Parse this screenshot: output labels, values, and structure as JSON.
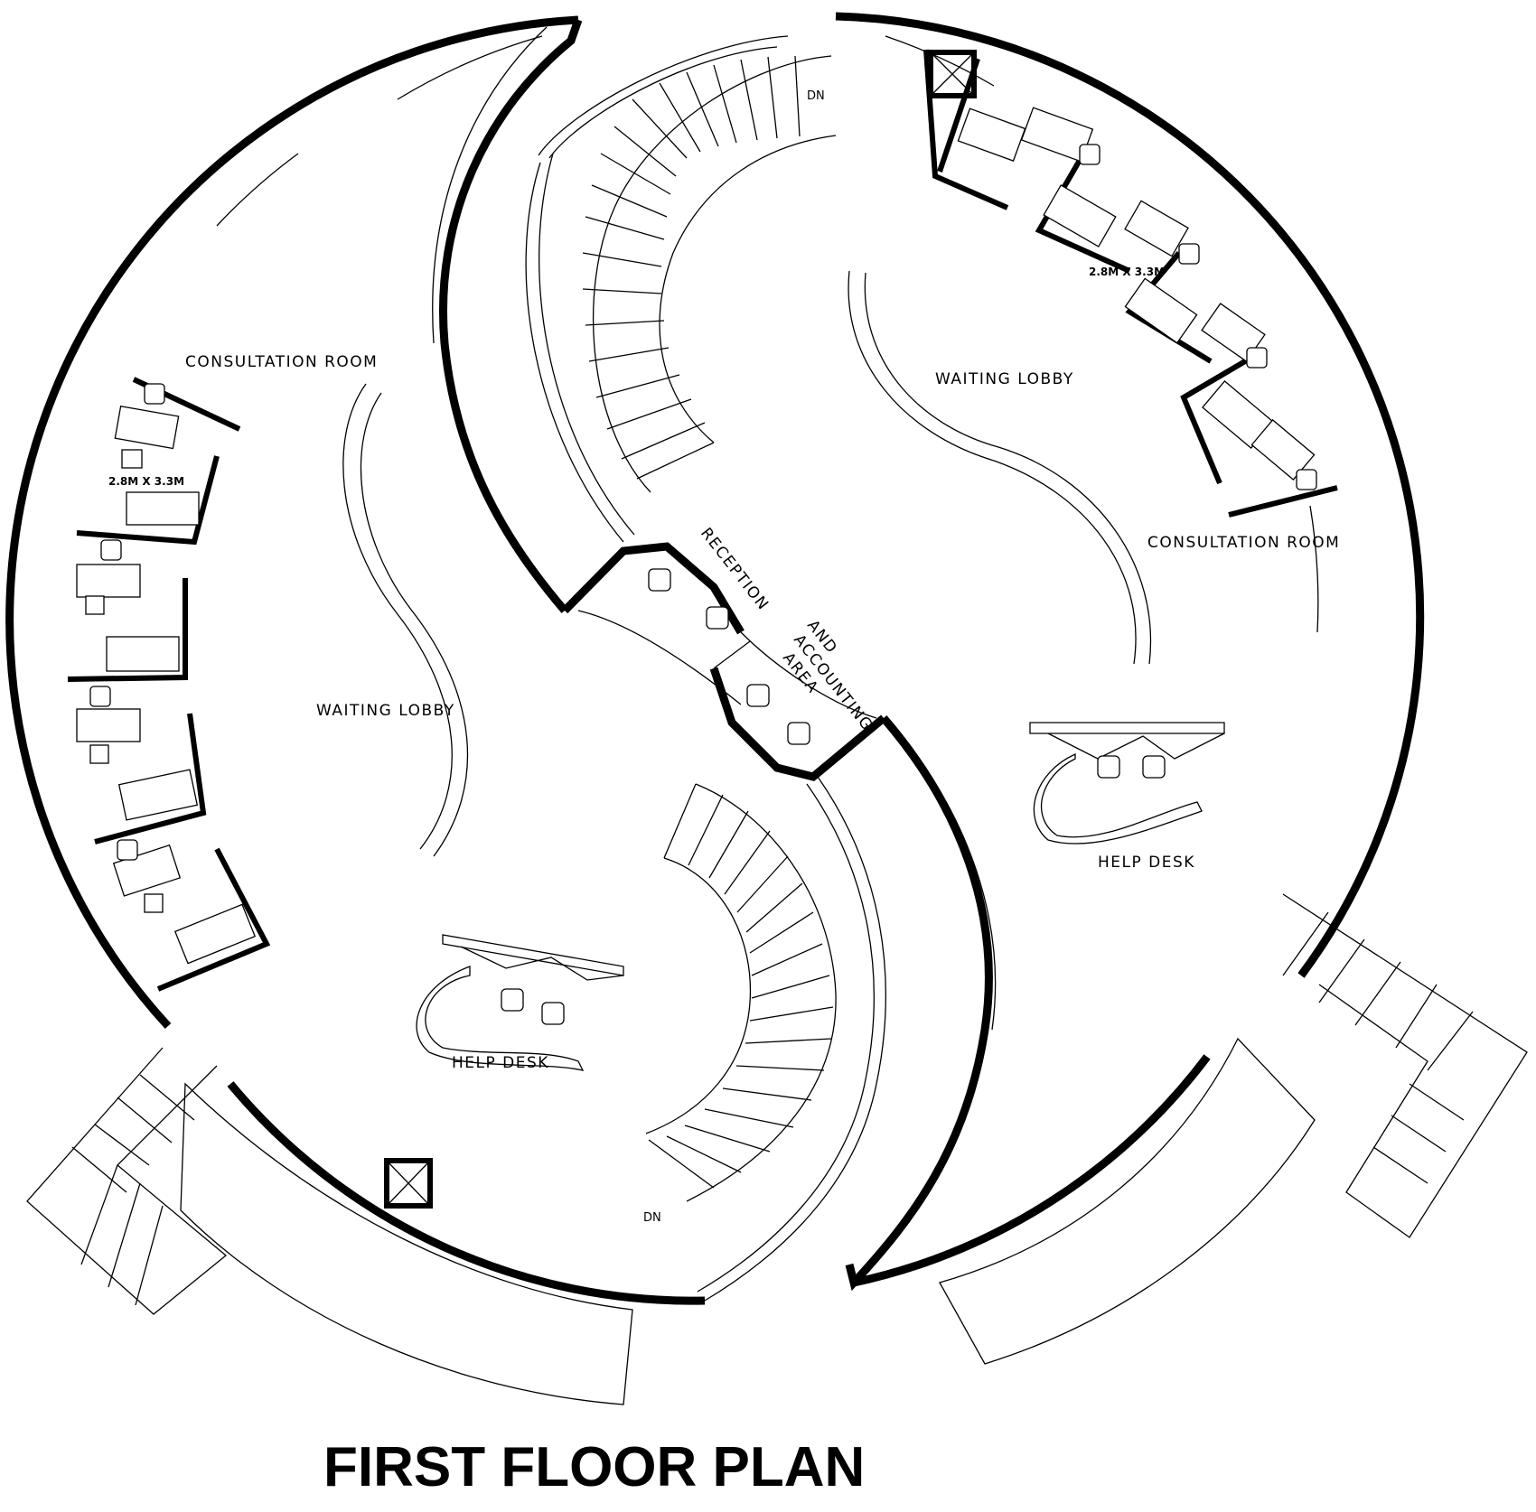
{
  "title": "FIRST FLOOR PLAN",
  "labels": {
    "consultation_room_left": "CONSULTATION ROOM",
    "consultation_room_right": "CONSULTATION ROOM",
    "waiting_lobby_left": "WAITING LOBBY",
    "waiting_lobby_right": "WAITING LOBBY",
    "help_desk_left": "HELP DESK",
    "help_desk_right": "HELP DESK",
    "reception": "RECEPTION",
    "and": "AND",
    "accounting": "ACCOUNTING",
    "area": "AREA",
    "room_size_left": "2.8M X 3.3M",
    "room_size_right": "2.8M X 3.3M",
    "stair_dn_top": "DN",
    "stair_dn_bottom": "DN"
  }
}
